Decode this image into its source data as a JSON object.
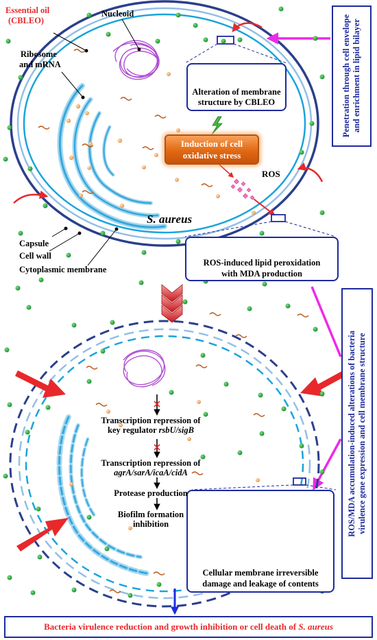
{
  "labels": {
    "essential_oil": "Essential oil",
    "essential_oil_abbr": "(CBLEO)",
    "nucleoid": "Nucleoid",
    "ribosome_1": "Ribosome",
    "ribosome_2": "and mRNA",
    "ros": "ROS",
    "organism": "S. aureus",
    "capsule": "Capsule",
    "cell_wall": "Cell wall",
    "cytoplasmic_membrane": "Cytoplasmic membrane"
  },
  "boxes": {
    "membrane_alteration_1": "Alteration of membrane",
    "membrane_alteration_2": "structure by CBLEO",
    "stress_1": "Induction of cell",
    "stress_2": "oxidative stress",
    "peroxidation_1": "ROS-induced lipid peroxidation",
    "peroxidation_2": "with MDA production",
    "damage_1": "Cellular membrane irreversible",
    "damage_2": "damage and leakage of contents"
  },
  "side_panels": {
    "penetration_1": "Penetration through cell envelope",
    "penetration_2": "and enrichment in lipid bilayer",
    "accumulation_1": "ROS/MDA accumulation-induced alterations of  bacteria",
    "accumulation_2": "virulence gene expression and  cell membrane structure"
  },
  "pathway": {
    "step1_a": "Transcription repression of",
    "step1_b_prefix": "key regulator ",
    "step1_b_genes": "rsbU/sigB",
    "step2_a": "Transcription repression of",
    "step2_b_genes": "agrA/sarA/icaA/cidA",
    "step3": "Protease production",
    "step4_a": "Biofilm formation",
    "step4_b": "inhibition"
  },
  "conclusion": {
    "text_main": "Bacteria virulence reduction and growth inhibition or cell death of ",
    "text_species": "S. aureus"
  },
  "colors": {
    "outer_ring": "#2b3f8c",
    "wall_ring": "#93bfe6",
    "membrane_ring": "#1aa4dc",
    "magenta_arrow": "#ee2ae8",
    "red_arrow": "#e8282b",
    "panel_border": "#1d2a9c",
    "stress_fill": "#e26912",
    "dot_green": "#1fa83a",
    "dot_orange": "#f2a35a"
  }
}
